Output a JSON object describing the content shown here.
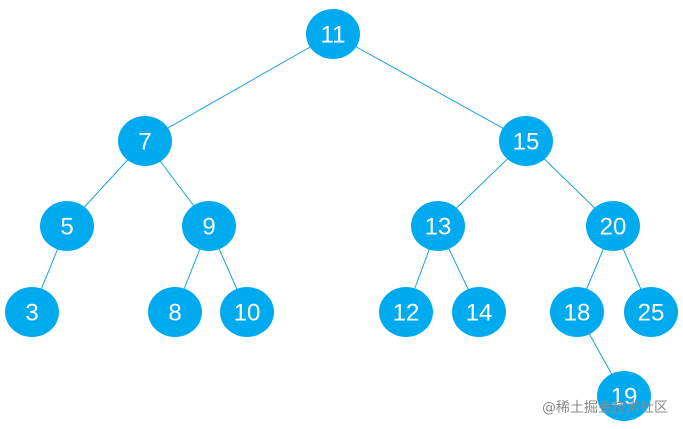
{
  "colors": {
    "node_fill": "#00aaee",
    "edge": "#1aa3d9",
    "label": "#ffffff"
  },
  "tree": {
    "nodes": [
      {
        "id": "11",
        "label": "11"
      },
      {
        "id": "7",
        "label": "7"
      },
      {
        "id": "15",
        "label": "15"
      },
      {
        "id": "5",
        "label": "5"
      },
      {
        "id": "9",
        "label": "9"
      },
      {
        "id": "13",
        "label": "13"
      },
      {
        "id": "20",
        "label": "20"
      },
      {
        "id": "3",
        "label": "3"
      },
      {
        "id": "8",
        "label": "8"
      },
      {
        "id": "10",
        "label": "10"
      },
      {
        "id": "12",
        "label": "12"
      },
      {
        "id": "14",
        "label": "14"
      },
      {
        "id": "18",
        "label": "18"
      },
      {
        "id": "25",
        "label": "25"
      },
      {
        "id": "19",
        "label": "19"
      }
    ],
    "edges": [
      {
        "from": "11",
        "to": "7"
      },
      {
        "from": "11",
        "to": "15"
      },
      {
        "from": "7",
        "to": "5"
      },
      {
        "from": "7",
        "to": "9"
      },
      {
        "from": "15",
        "to": "13"
      },
      {
        "from": "15",
        "to": "20"
      },
      {
        "from": "5",
        "to": "3"
      },
      {
        "from": "9",
        "to": "8"
      },
      {
        "from": "9",
        "to": "10"
      },
      {
        "from": "13",
        "to": "12"
      },
      {
        "from": "13",
        "to": "14"
      },
      {
        "from": "20",
        "to": "18"
      },
      {
        "from": "20",
        "to": "25"
      },
      {
        "from": "18",
        "to": "19"
      }
    ]
  },
  "watermark": "@稀土掘金技术社区"
}
